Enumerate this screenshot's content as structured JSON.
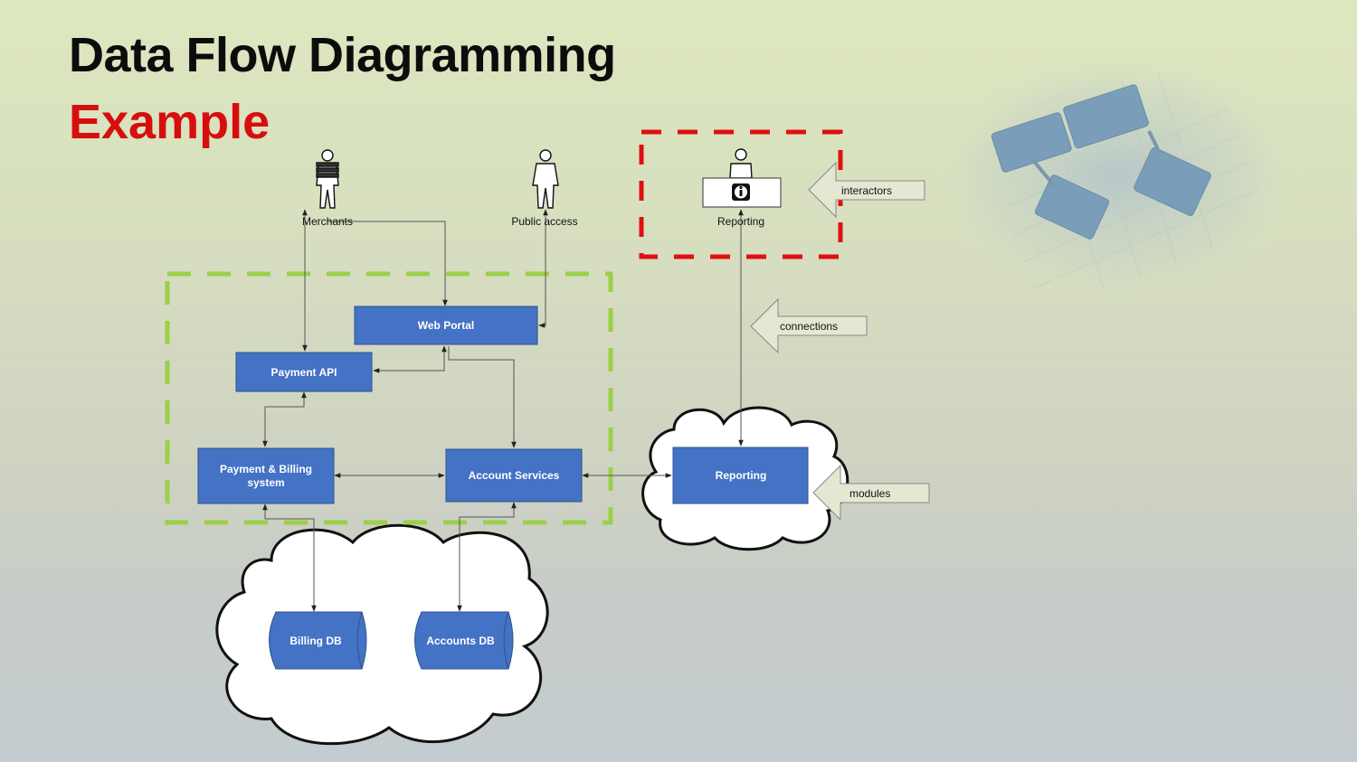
{
  "slide": {
    "title": "Data Flow Diagramming",
    "subtitle": "Example"
  },
  "colors": {
    "title": "#0c0c0c",
    "subtitle": "#d60e0e",
    "box_fill": "#4472c4",
    "green_boundary": "#9ccf4a",
    "red_boundary": "#e01010",
    "callout_fill": "#e4e8d2"
  },
  "actors": {
    "merchants": "Merchants",
    "public_access": "Public access",
    "reporting": "Reporting"
  },
  "boxes": {
    "web_portal": "Web Portal",
    "payment_api": "Payment API",
    "payment_billing_line1": "Payment & Billing",
    "payment_billing_line2": "system",
    "account_services": "Account Services",
    "reporting": "Reporting"
  },
  "databases": {
    "billing_db": "Billing DB",
    "accounts_db": "Accounts DB"
  },
  "callouts": {
    "interactors": "interactors",
    "connections": "connections",
    "modules": "modules"
  }
}
